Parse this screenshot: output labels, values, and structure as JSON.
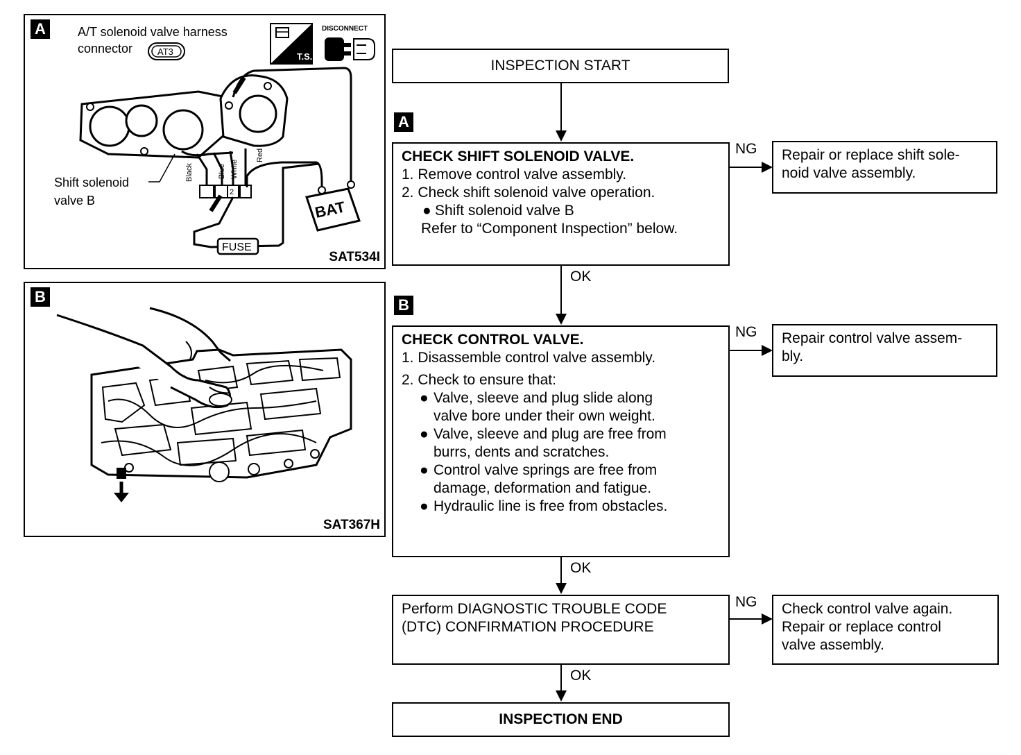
{
  "panel_a": {
    "badge": "A",
    "caption_line1": "A/T solenoid valve harness",
    "caption_line2": "connector",
    "connector_code": "AT3",
    "ts_label": "T.S.",
    "disconnect_label": "DISCONNECT",
    "callout_line1": "Shift solenoid",
    "callout_line2": "valve B",
    "wire_black": "Black",
    "wire_blue": "Blue",
    "wire_white": "White",
    "wire_red": "Red",
    "pin_number": "2",
    "battery_label": "BAT",
    "fuse_label": "FUSE",
    "figure_code": "SAT534I"
  },
  "panel_b": {
    "badge": "B",
    "figure_code": "SAT367H"
  },
  "flow": {
    "start": "INSPECTION START",
    "step_a_badge": "A",
    "step_a_title": "CHECK SHIFT SOLENOID VALVE.",
    "step_a_line1": "1. Remove control valve assembly.",
    "step_a_line2": "2. Check shift solenoid valve operation.",
    "step_a_bullet": "Shift solenoid valve B",
    "step_a_line3": "Refer to “Component Inspection” below.",
    "step_b_badge": "B",
    "step_b_title": "CHECK CONTROL VALVE.",
    "step_b_line1": "1. Disassemble control valve assembly.",
    "step_b_line2": "2. Check to ensure that:",
    "step_b_b1_l1": "Valve, sleeve and plug slide along",
    "step_b_b1_l2": "valve bore under their own weight.",
    "step_b_b2_l1": "Valve, sleeve and plug are free from",
    "step_b_b2_l2": "burrs, dents and scratches.",
    "step_b_b3_l1": "Control valve springs are free from",
    "step_b_b3_l2": "damage, deformation and fatigue.",
    "step_b_b4_l1": "Hydraulic line is free from obstacles.",
    "step_c_line1": "Perform DIAGNOSTIC TROUBLE CODE",
    "step_c_line2": "(DTC) CONFIRMATION PROCEDURE",
    "end": "INSPECTION END",
    "ng_a_line1": "Repair or replace shift sole-",
    "ng_a_line2": "noid valve assembly.",
    "ng_b_line1": "Repair control valve assem-",
    "ng_b_line2": "bly.",
    "ng_c_line1": "Check control valve again.",
    "ng_c_line2": "Repair or replace control",
    "ng_c_line3": "valve assembly.",
    "ng_label": "NG",
    "ok_label": "OK",
    "bullet_glyph": "●"
  }
}
